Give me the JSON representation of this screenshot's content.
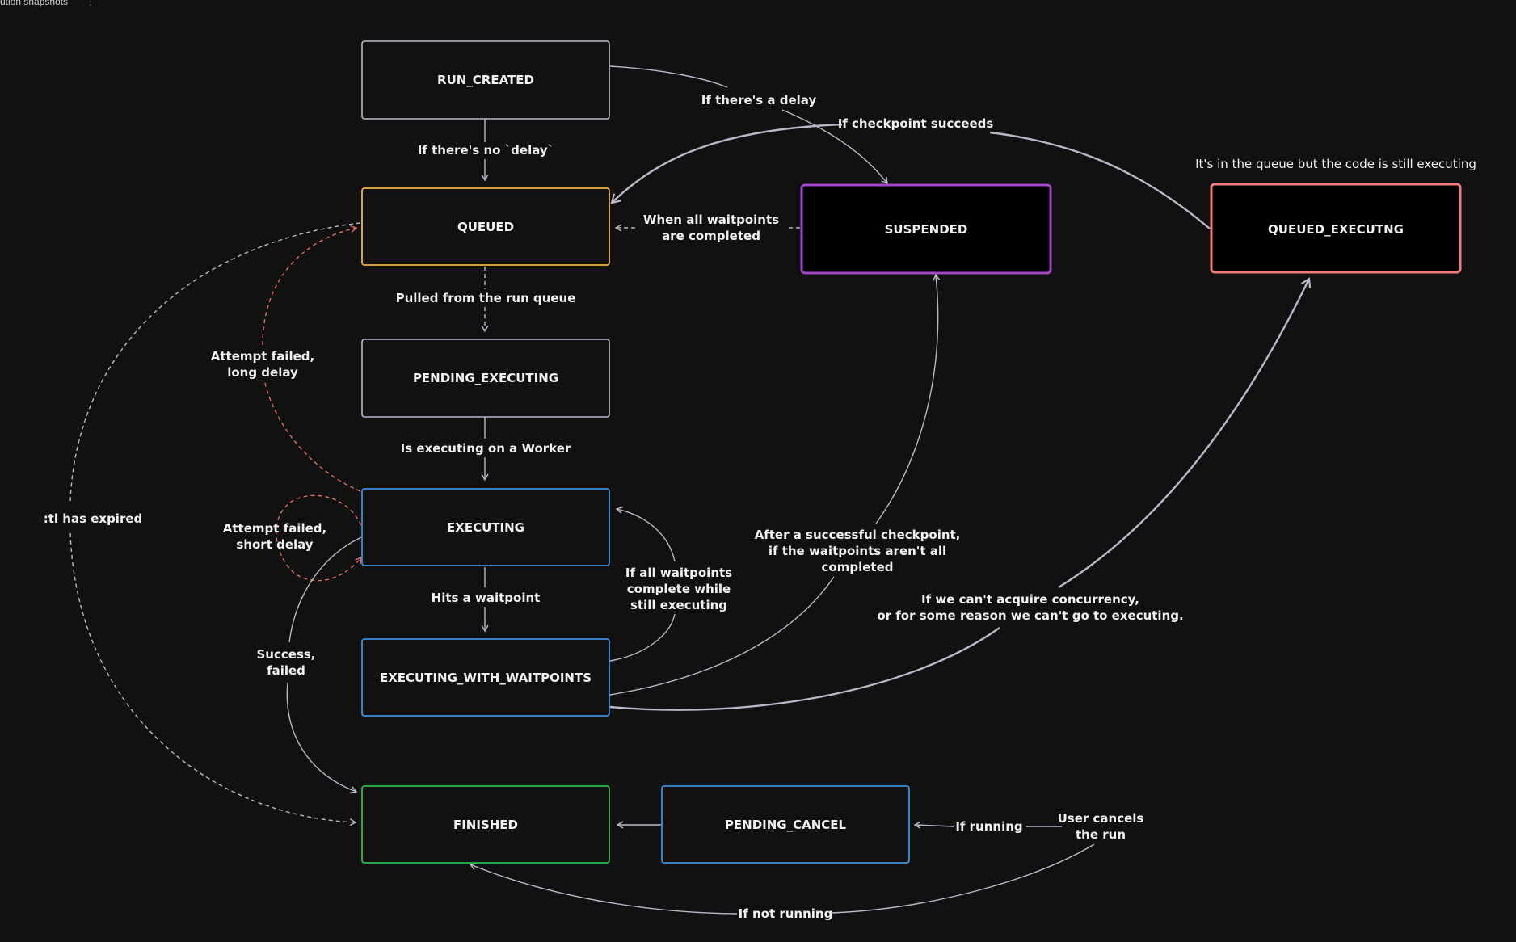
{
  "topbar": {
    "title": "ution snapshots",
    "menu_icon": "kebab-vertical-icon"
  },
  "colors": {
    "background": "#111112",
    "neutral": "#b8b9c8",
    "queued": "#f2b240",
    "suspended": "#a344c9",
    "queued_executing": "#f27c7c",
    "executing": "#3d8fdc",
    "finished": "#2fb84f",
    "retry": "#e06a64",
    "note": "#a9a9b3"
  },
  "states": {
    "run_created": "RUN_CREATED",
    "queued": "QUEUED",
    "pending_executing": "PENDING_EXECUTING",
    "executing": "EXECUTING",
    "executing_with_waitpoints": "EXECUTING_WITH_WAITPOINTS",
    "finished": "FINISHED",
    "pending_cancel": "PENDING_CANCEL",
    "suspended": "SUSPENDED",
    "queued_executing": "QUEUED_EXECUTNG"
  },
  "labels": {
    "no_delay": "If there's no `delay`",
    "delay": "If there's a delay",
    "checkpoint_succeeds": "If checkpoint succeeds",
    "waitpoints_completed": [
      "When all waitpoints",
      "are completed"
    ],
    "pulled": "Pulled from the run queue",
    "is_executing": "Is executing on a Worker",
    "attempt_long": [
      "Attempt failed,",
      "long delay"
    ],
    "attempt_short": [
      "Attempt failed,",
      "short delay"
    ],
    "ttl_expired": ":tl has expired",
    "hits_waitpoint": "Hits a waitpoint",
    "complete_while": [
      "If all waitpoints",
      "complete while",
      "still executing"
    ],
    "after_checkpoint": [
      "After a successful checkpoint,",
      "if the waitpoints aren't all",
      "completed"
    ],
    "cant_acquire": [
      "If we can't acquire concurrency,",
      "or for some reason we can't go to executing."
    ],
    "success_failed": [
      "Success,",
      "failed"
    ],
    "if_running": "If running",
    "user_cancels": [
      "User cancels",
      "the run"
    ],
    "if_not_running": "If not running",
    "queue_note": "It's in the queue but the code is still executing"
  }
}
